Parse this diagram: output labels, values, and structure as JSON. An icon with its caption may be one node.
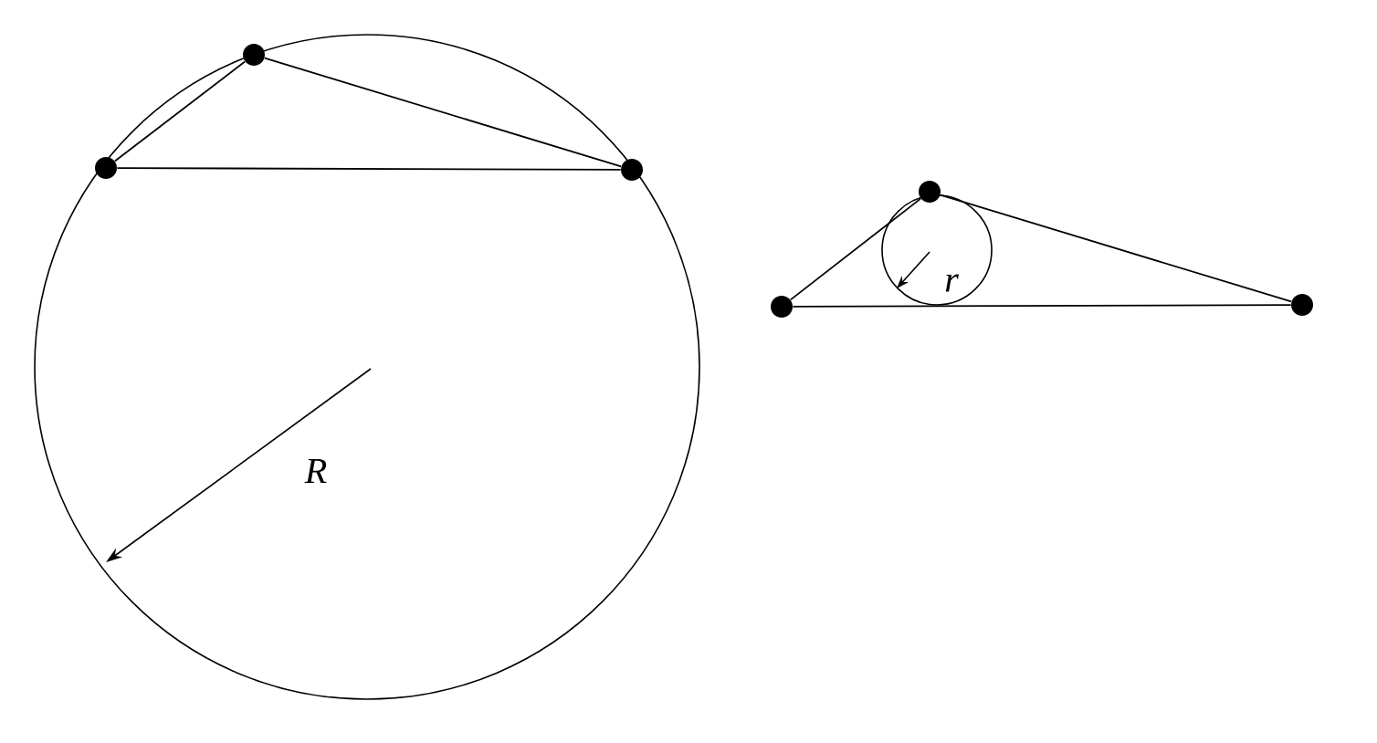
{
  "diagram": {
    "nodes": [
      {
        "text": [],
        "shape": "circle"
      },
      {
        "text": [],
        "shape": "circle"
      },
      {
        "text": [],
        "shape": "circle"
      },
      {
        "text": [],
        "shape": "circle"
      },
      {
        "text": [],
        "shape": "circle"
      },
      {
        "text": [],
        "shape": "circle"
      }
    ],
    "edges": [
      {
        "from": 0,
        "to": 1,
        "arrow": "none"
      },
      {
        "from": 1,
        "to": 2,
        "arrow": "none"
      },
      {
        "from": 0,
        "to": 2,
        "arrow": "none"
      },
      {
        "from": 3,
        "to": 4,
        "arrow": "none"
      },
      {
        "from": 4,
        "to": 5,
        "arrow": "none"
      },
      {
        "from": 3,
        "to": 5,
        "arrow": "none"
      }
    ],
    "labels": [
      "R",
      "r"
    ]
  }
}
